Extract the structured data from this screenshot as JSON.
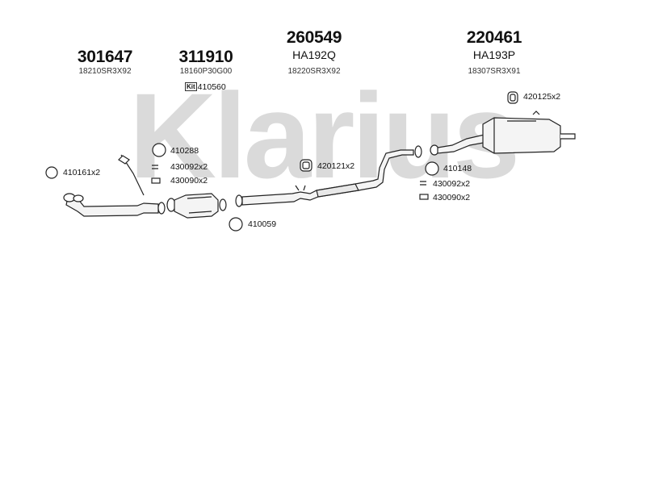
{
  "watermark": {
    "text": "Klarius"
  },
  "parts": [
    {
      "number": "301647",
      "oem": "18210SR3X92"
    },
    {
      "number": "311910",
      "oem": "18160P30G00",
      "kit_label": "Kit",
      "kit_ref": "410560"
    },
    {
      "number": "260549",
      "ref": "HA192Q",
      "oem": "18220SR3X92"
    },
    {
      "number": "220461",
      "ref": "HA193P",
      "oem": "18307SR3X91"
    }
  ],
  "fittings": {
    "f410161": "410161x2",
    "f410288": "410288",
    "f430092a": "430092x2",
    "f430090a": "430090x2",
    "f410059": "410059",
    "f420121": "420121x2",
    "f420125": "420125x2",
    "f410148": "410148",
    "f430092b": "430092x2",
    "f430090b": "430090x2"
  },
  "colors": {
    "watermark": "#d9d9d9",
    "line": "#222222",
    "pipe_fill": "#f4f4f4"
  }
}
